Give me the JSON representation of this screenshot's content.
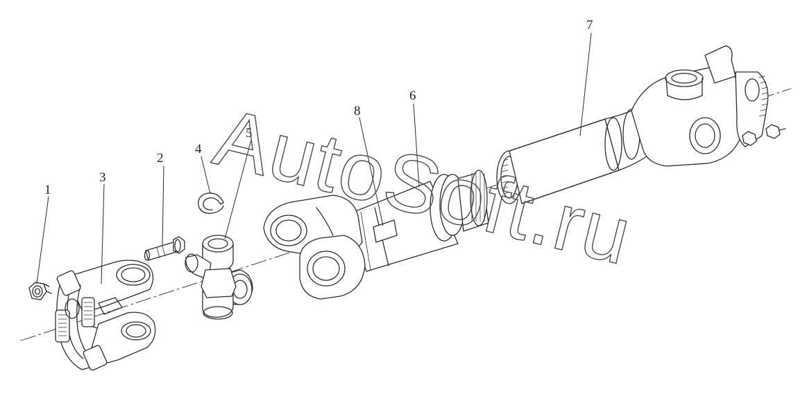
{
  "callouts": [
    {
      "id": "1",
      "label": "1"
    },
    {
      "id": "2",
      "label": "2"
    },
    {
      "id": "3",
      "label": "3"
    },
    {
      "id": "4",
      "label": "4"
    },
    {
      "id": "5",
      "label": "5"
    },
    {
      "id": "6",
      "label": "6"
    },
    {
      "id": "7",
      "label": "7"
    },
    {
      "id": "8",
      "label": "8"
    }
  ],
  "watermark": {
    "text": "AutoSoft.ru"
  },
  "colors": {
    "line": "#2b2b2b",
    "background": "#ffffff"
  }
}
